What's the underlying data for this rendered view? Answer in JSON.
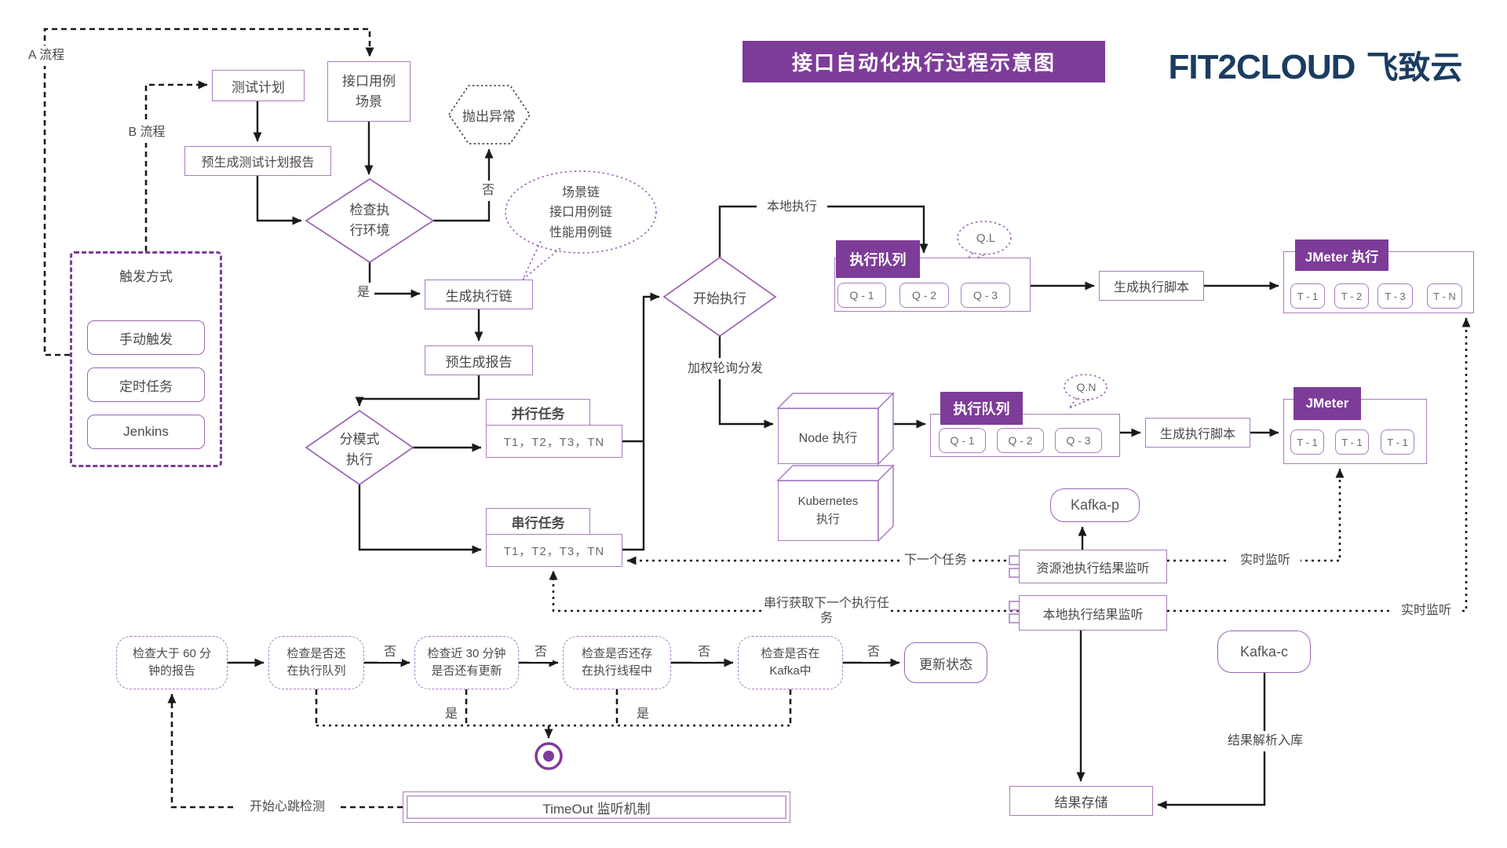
{
  "header": {
    "title": "接口自动化执行过程示意图",
    "brand": "FIT2CLOUD",
    "brand_suffix": "飞致云"
  },
  "flows": {
    "a": "A 流程",
    "b": "B 流程"
  },
  "edge": {
    "yes": "是",
    "no": "否",
    "local_exec": "本地执行",
    "weighted_dispatch": "加权轮询分发",
    "next_task": "下一个任务",
    "realtime": "实时监听",
    "serial_next": "串行获取下一个执行任务",
    "heartbeat": "开始心跳检测",
    "result_parse": "结果解析入库"
  },
  "nodes": {
    "test_plan": "测试计划",
    "api_case_scene": "接口用例\n场景",
    "pre_plan_report": "预生成测试计划报告",
    "throw_exception": "抛出异常",
    "check_env": "检查执\n行环境",
    "trigger_title": "触发方式",
    "trigger_manual": "手动触发",
    "trigger_cron": "定时任务",
    "trigger_jenkins": "Jenkins",
    "gen_chain": "生成执行链",
    "bubble_chain": "场景链\n接口用例链\n性能用例链",
    "pre_report": "预生成报告",
    "split_mode": "分模式\n执行",
    "parallel_title": "并行任务",
    "parallel_tasks": "T1，T2，T3，TN",
    "serial_title": "串行任务",
    "serial_tasks": "T1，T2，T3，TN",
    "start_exec": "开始执行",
    "exec_queue": "执行队列",
    "ql": "Q.L",
    "qn": "Q.N",
    "q1": "Q - 1",
    "q2": "Q - 2",
    "q3": "Q - 3",
    "gen_script": "生成执行脚本",
    "jmeter_exec": "JMeter 执行",
    "jmeter": "JMeter",
    "t1": "T - 1",
    "t2": "T - 2",
    "t3": "T - 3",
    "tn": "T - N",
    "node_exec": "Node 执行",
    "k8s_exec": "Kubernetes\n执行",
    "kafka_p": "Kafka-p",
    "kafka_c": "Kafka-c",
    "pool_listener": "资源池执行结果监听",
    "local_listener": "本地执行结果监听",
    "check_60": "检查大于 60 分\n钟的报告",
    "check_queue": "检查是否还\n在执行队列",
    "check_30": "检查近 30 分钟\n是否还有更新",
    "check_thread": "检查是否还存\n在执行线程中",
    "check_kafka": "检查是否在\nKafka中",
    "update_status": "更新状态",
    "timeout": "TimeOut 监听机制",
    "result_store": "结果存储"
  }
}
